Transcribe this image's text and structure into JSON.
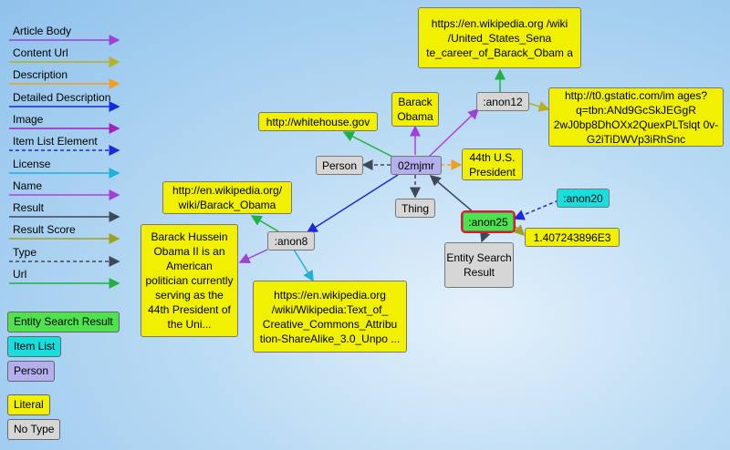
{
  "legend": {
    "properties": [
      {
        "label": "Article Body",
        "color": "#a040d8",
        "dashed": false
      },
      {
        "label": "Content Url",
        "color": "#b8b020",
        "dashed": false
      },
      {
        "label": "Description",
        "color": "#f0a020",
        "dashed": false
      },
      {
        "label": "Detailed Description",
        "color": "#1a28e0",
        "dashed": false
      },
      {
        "label": "Image",
        "color": "#a020c0",
        "dashed": false
      },
      {
        "label": "Item List Element",
        "color": "#1a28d0",
        "dashed": true
      },
      {
        "label": "License",
        "color": "#20b0d8",
        "dashed": false
      },
      {
        "label": "Name",
        "color": "#b040e0",
        "dashed": false
      },
      {
        "label": "Result",
        "color": "#404858",
        "dashed": false
      },
      {
        "label": "Result Score",
        "color": "#a0a020",
        "dashed": false
      },
      {
        "label": "Type",
        "color": "#404858",
        "dashed": true
      },
      {
        "label": "Url",
        "color": "#20b040",
        "dashed": false
      }
    ],
    "types": [
      {
        "label": "Entity Search Result",
        "color": "#4fe24f"
      },
      {
        "label": "Item List",
        "color": "#19dede"
      },
      {
        "label": "Person",
        "color": "#b4b0ee"
      },
      {
        "label": "Literal",
        "color": "#f0f000"
      },
      {
        "label": "No Type",
        "color": "#d6d6d6"
      }
    ]
  },
  "nodes": {
    "senate_url": "https://en.wikipedia.org /wiki /United_States_Sena te_career_of_Barack_Obam a",
    "anon12": ":anon12",
    "name_lit": "Barack Obama",
    "gstatic_url": "http://t0.gstatic.com/im ages?q=tbn:ANd9GcSkJEGgR 2wJ0bp8DhOXx2QuexPLTslqt 0v-G2iTiDWVp3iRhSnc",
    "whitehouse_url": "http://whitehouse.gov",
    "person_type": "Person",
    "main_node": "02mjmr",
    "president_lit": "44th U.S. President",
    "thing_type": "Thing",
    "anon20": ":anon20",
    "wiki_url": "http://en.wikipedia.org/ wiki/Barack_Obama",
    "anon25": ":anon25",
    "score_lit": "1.407243896E3",
    "esr_type": "Entity Search Result",
    "anon8": ":anon8",
    "article_body": "Barack Hussein Obama II is an American politician currently serving as the 44th President of the Uni...",
    "license_url": "https://en.wikipedia.org /wiki/Wikipedia:Text_of_ Creative_Commons_Attribu tion-ShareAlike_3.0_Unpo ..."
  }
}
